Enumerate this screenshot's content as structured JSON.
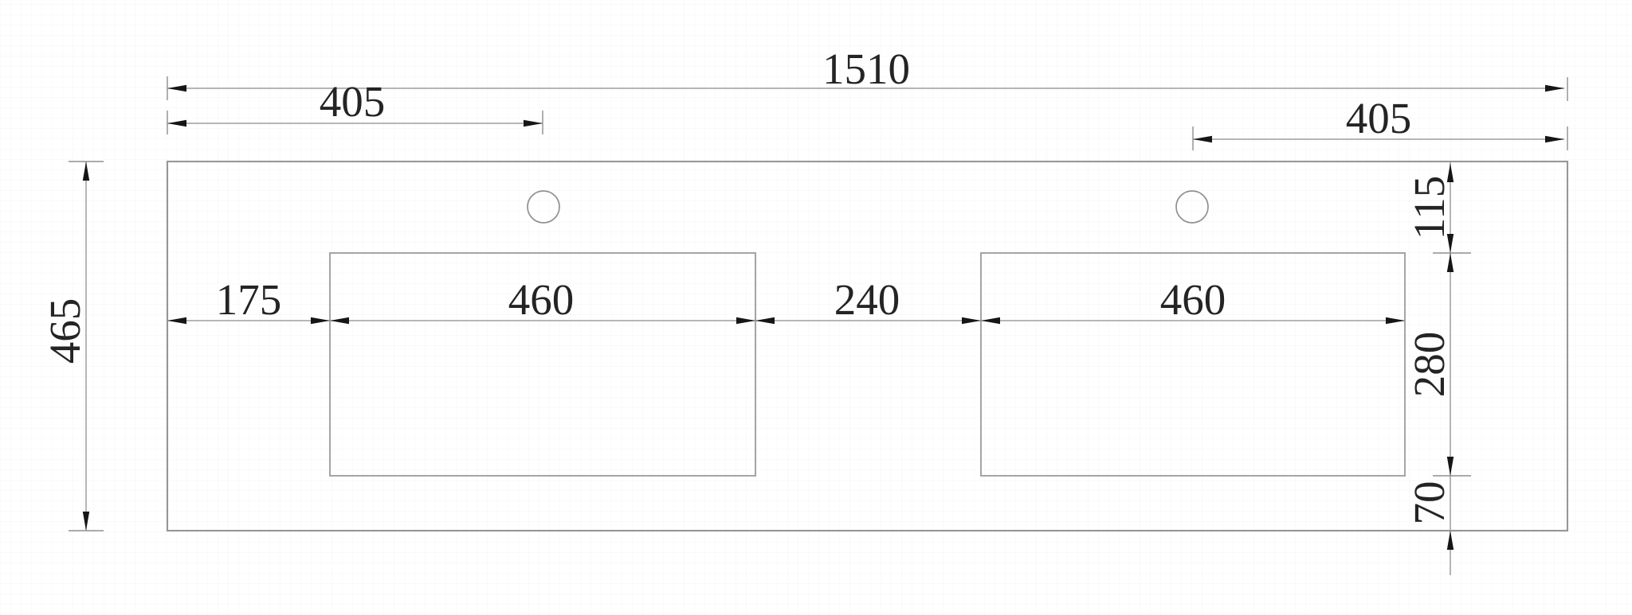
{
  "drawing": {
    "dim_labels": {
      "overall_width": "1510",
      "faucet_offset_left": "405",
      "faucet_offset_right": "405",
      "overall_depth": "465",
      "edge_to_basin": "175",
      "basin_width_left": "460",
      "basin_gap": "240",
      "basin_width_right": "460",
      "rim_to_basin": "115",
      "basin_depth": "280",
      "basin_to_front": "70"
    },
    "colors": {
      "outline": "#979797",
      "dimension_line": "#9e9e9e",
      "arrow": "#161616",
      "text": "#242424",
      "background": "#ffffff"
    }
  }
}
